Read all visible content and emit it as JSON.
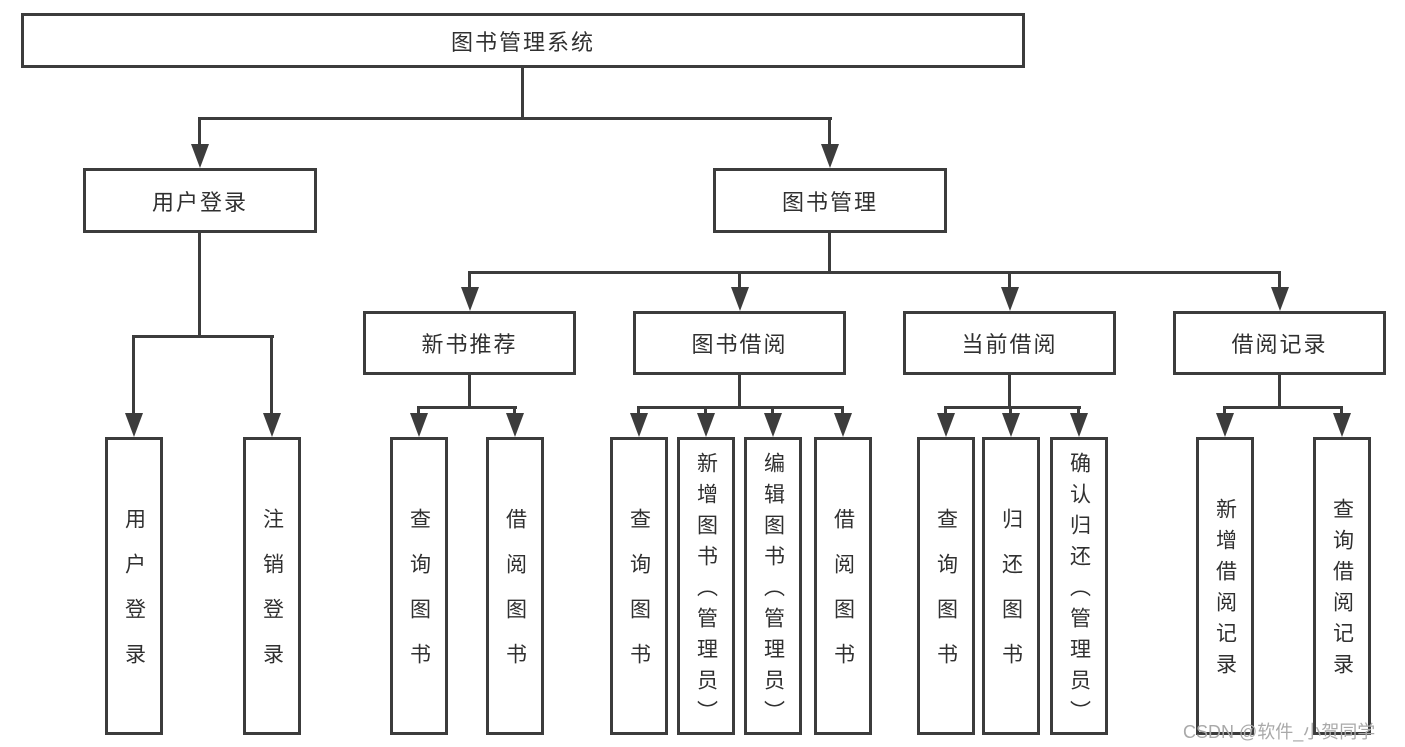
{
  "diagram": {
    "root": {
      "label": "图书管理系统"
    },
    "branches": [
      {
        "label": "用户登录",
        "children": [
          {
            "label": "用户登录"
          },
          {
            "label": "注销登录"
          }
        ]
      },
      {
        "label": "图书管理",
        "children": [
          {
            "label": "新书推荐",
            "children": [
              {
                "label": "查询图书"
              },
              {
                "label": "借阅图书"
              }
            ]
          },
          {
            "label": "图书借阅",
            "children": [
              {
                "label": "查询图书"
              },
              {
                "label": "新增图书（管理员）"
              },
              {
                "label": "编辑图书（管理员）"
              },
              {
                "label": "借阅图书"
              }
            ]
          },
          {
            "label": "当前借阅",
            "children": [
              {
                "label": "查询图书"
              },
              {
                "label": "归还图书"
              },
              {
                "label": "确认归还（管理员）"
              }
            ]
          },
          {
            "label": "借阅记录",
            "children": [
              {
                "label": "新增借阅记录"
              },
              {
                "label": "查询借阅记录"
              }
            ]
          }
        ]
      }
    ]
  },
  "watermark": {
    "text": "CSDN @软件_小贺同学"
  },
  "colors": {
    "line": "#3c3c3c",
    "text": "#303030",
    "background": "#ffffff",
    "watermark": "#a9a9a9"
  }
}
